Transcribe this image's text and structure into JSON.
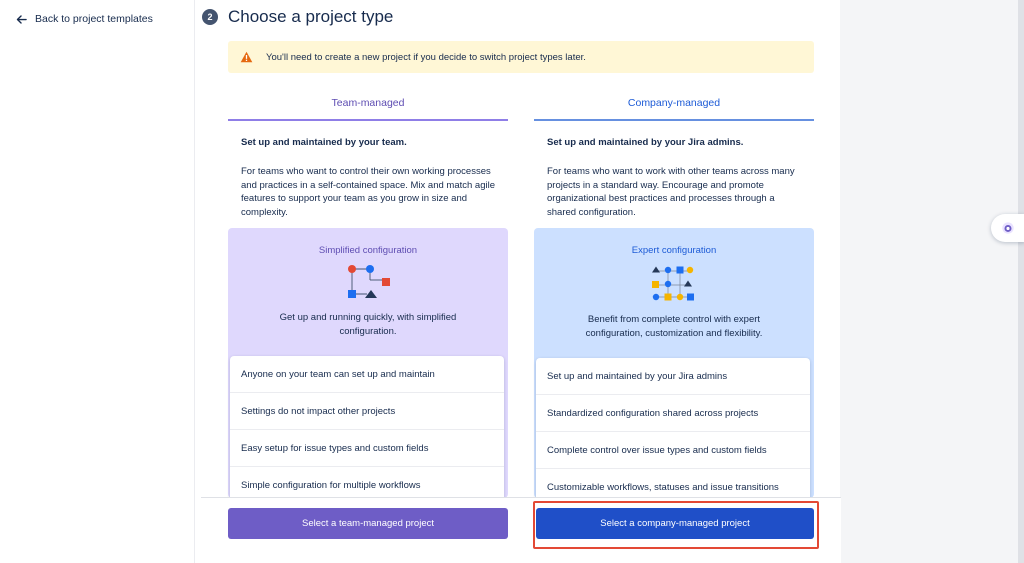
{
  "nav": {
    "back_label": "Back to project templates"
  },
  "step": {
    "number": "2",
    "title": "Choose a project type"
  },
  "warning": {
    "text": "You'll need to create a new project if you decide to switch project types later."
  },
  "team": {
    "tab_label": "Team-managed",
    "subheading": "Set up and maintained by your team.",
    "description": "For teams who want to control their own working processes and practices in a self-contained space. Mix and match agile features to support your team as you grow in size and complexity.",
    "panel_title": "Simplified configuration",
    "panel_text": "Get up and running quickly, with simplified configuration.",
    "features": [
      "Anyone on your team can set up and maintain",
      "Settings do not impact other projects",
      "Easy setup for issue types and custom fields",
      "Simple configuration for multiple workflows"
    ],
    "button_label": "Select a team-managed project"
  },
  "company": {
    "tab_label": "Company-managed",
    "subheading": "Set up and maintained by your Jira admins.",
    "description": "For teams who want to work with other teams across many projects in a standard way. Encourage and promote organizational best practices and processes through a shared configuration.",
    "panel_title": "Expert configuration",
    "panel_text": "Benefit from complete control with expert configuration, customization and flexibility.",
    "features": [
      "Set up and maintained by your Jira admins",
      "Standardized configuration shared across projects",
      "Complete control over issue types and custom fields",
      "Customizable workflows, statuses and issue transitions"
    ],
    "button_label": "Select a company-managed project"
  },
  "icons": {
    "back": "arrow-left-icon",
    "warning": "warning-triangle-icon",
    "floating": "assistant-icon"
  },
  "colors": {
    "team_accent": "#6e5dc6",
    "company_accent": "#1f4fc8",
    "highlight": "#e34935",
    "warning_bg": "#fff7d6"
  }
}
